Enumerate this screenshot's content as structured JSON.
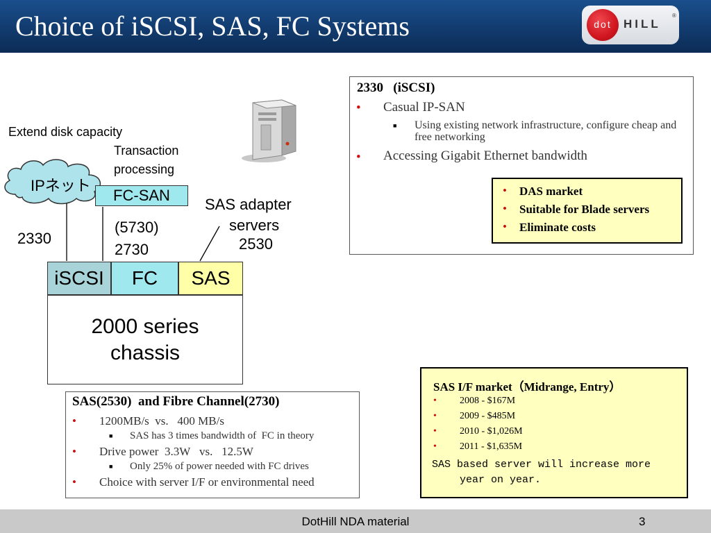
{
  "header": {
    "title": "Choice of iSCSI, SAS, FC Systems",
    "logo_dot": "dot",
    "logo_hill": "HILL",
    "logo_reg": "®"
  },
  "diagram": {
    "extend_label": "Extend disk capacity",
    "transaction_label_1": "Transaction",
    "transaction_label_2": "processing",
    "ip_net": "IPネット",
    "fc_san": "FC-SAN",
    "sas_adapter_1": "SAS adapter",
    "sas_adapter_2": "servers",
    "model_2530": "2530",
    "model_5730": "(5730)",
    "model_2730": "2730",
    "model_2330": "2330",
    "iscsi": "iSCSI",
    "fc": "FC",
    "sas": "SAS",
    "chassis_1": "2000 series",
    "chassis_2": "chassis"
  },
  "iscsi_detail": {
    "heading": "2330   (iSCSI)",
    "bullet_1": "Casual IP-SAN",
    "sub_1": "Using existing network infrastructure, configure cheap and free networking",
    "bullet_2": "Accessing Gigabit Ethernet bandwidth"
  },
  "das_box": {
    "items": [
      "DAS market",
      "Suitable for Blade servers",
      "Eliminate costs"
    ]
  },
  "sas_fc": {
    "heading": "SAS(2530)  and Fibre Channel(2730)",
    "bullet_1": "1200MB/s  vs.   400 MB/s",
    "sub_1": "SAS has 3 times bandwidth of  FC in theory",
    "bullet_2": "Drive power  3.3W   vs.   12.5W",
    "sub_2": "Only 25% of power needed with FC drives",
    "bullet_3": "Choice with server I/F or environmental need"
  },
  "market": {
    "heading": "SAS I/F market（Midrange, Entry）",
    "items": [
      "2008 - $167M",
      "2009 - $485M",
      "2010 - $1,026M",
      "2011 - $1,635M"
    ],
    "note_1": "SAS based server will increase more",
    "note_2": "year on year."
  },
  "footer": {
    "text": "DotHill NDA material",
    "page": "3"
  },
  "colors": {
    "header_blue": "#123b6e",
    "logo_red": "#d0161f",
    "iscsi_teal": "#a8d4d9",
    "fc_cyan": "#9fe8ee",
    "sas_yellow": "#ffffa8",
    "note_yellow": "#ffffc0",
    "bullet_red": "#d01010",
    "footer_gray": "#c9c9c9"
  }
}
